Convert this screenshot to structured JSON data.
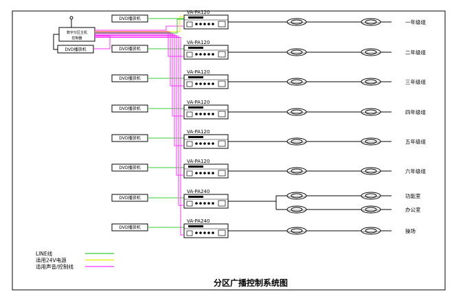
{
  "title": "分区广播控制系统图",
  "controller_label_line1": "数字分区主机",
  "controller_label_line2": "控制器",
  "dvd_label": "DVD播放机",
  "zones": [
    {
      "amp": "VA-PA120",
      "name": "一年级组"
    },
    {
      "amp": "VA-PA120",
      "name": "二年级组"
    },
    {
      "amp": "VA-PA120",
      "name": "三年级组"
    },
    {
      "amp": "VA-PA120",
      "name": "四年级组"
    },
    {
      "amp": "VA-PA120",
      "name": "五年级组"
    },
    {
      "amp": "VA-PA120",
      "name": "六年级组"
    },
    {
      "amp": "VA-PA240",
      "names": [
        "功能室",
        "办公室"
      ]
    },
    {
      "amp": "VA-PA240",
      "name": "操场"
    }
  ],
  "legend": [
    {
      "label": "LINE线",
      "color": "#33cc33"
    },
    {
      "label": "适用24V电源",
      "color": "#e8e800"
    },
    {
      "label": "适用声音/控制线",
      "color": "#ff33ff"
    }
  ],
  "colors": {
    "line": "#33cc33",
    "power": "#e8e800",
    "control": "#ff33ff",
    "black": "#000000"
  }
}
